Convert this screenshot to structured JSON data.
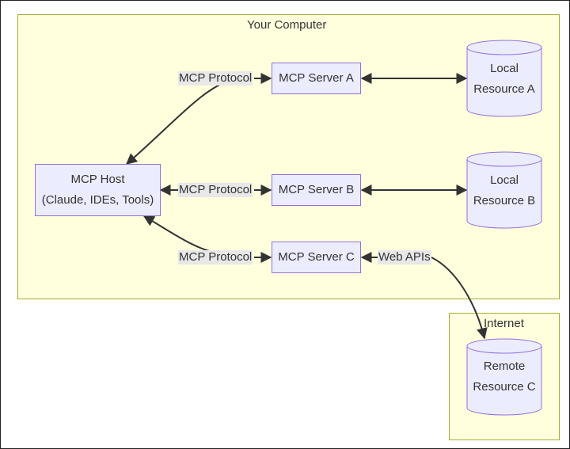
{
  "clusters": {
    "computer": {
      "title": "Your Computer"
    },
    "internet": {
      "title": "Internet"
    }
  },
  "nodes": {
    "host": {
      "line1": "MCP Host",
      "line2": "(Claude, IDEs, Tools)"
    },
    "server_a": {
      "label": "MCP Server A"
    },
    "server_b": {
      "label": "MCP Server B"
    },
    "server_c": {
      "label": "MCP Server C"
    },
    "resource_a": {
      "line1": "Local",
      "line2": "Resource A"
    },
    "resource_b": {
      "line1": "Local",
      "line2": "Resource B"
    },
    "resource_c": {
      "line1": "Remote",
      "line2": "Resource C"
    }
  },
  "edge_labels": {
    "a": "MCP Protocol",
    "b": "MCP Protocol",
    "c": "MCP Protocol",
    "web": "Web APIs"
  },
  "colors": {
    "cluster_fill": "#ffffde",
    "cluster_border": "#aaaa33",
    "node_fill": "#ececff",
    "node_border": "#9370db",
    "edge": "#333333",
    "label_bg": "#e8e8e8"
  }
}
